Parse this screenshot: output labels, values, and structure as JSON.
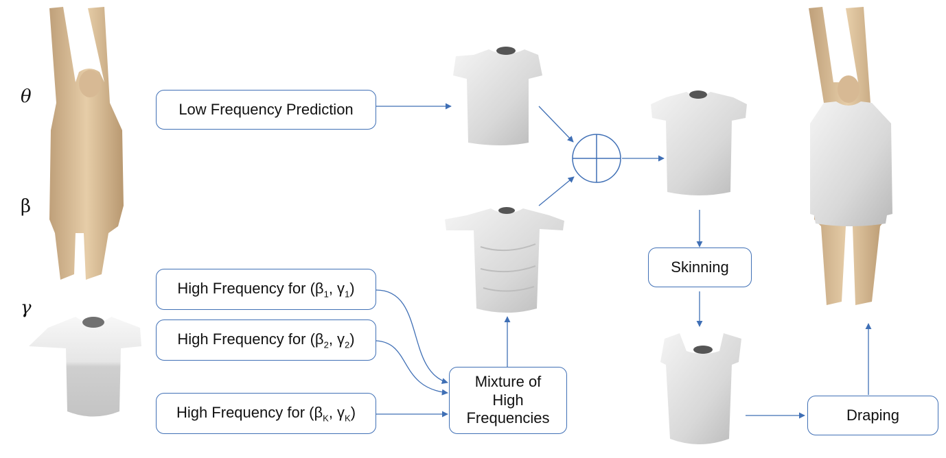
{
  "inputs": {
    "pose_symbol": "θ",
    "shape_symbol": "β",
    "style_symbol": "γ"
  },
  "boxes": {
    "low_freq": "Low Frequency Prediction",
    "high_freq_prefix": "High Frequency for (β",
    "high_freq_mid": ", γ",
    "high_freq_suffix": ")",
    "idx_1": "1",
    "idx_2": "2",
    "idx_k": "K",
    "mixture_line1": "Mixture of",
    "mixture_line2": "High",
    "mixture_line3": "Frequencies",
    "skinning": "Skinning",
    "draping": "Draping"
  },
  "colors": {
    "arrow": "#3f6fb5",
    "skin": "#d9bd98",
    "garment": "#e2e2e2"
  }
}
